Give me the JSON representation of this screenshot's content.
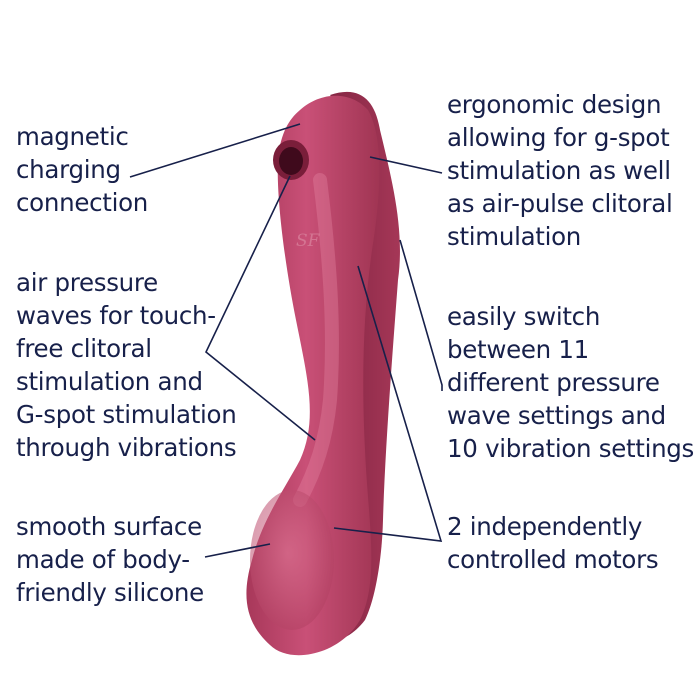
{
  "product": {
    "logo_text": "SF",
    "colors": {
      "body_main": "#b63f61",
      "body_dark": "#8f2a49",
      "body_highlight": "#d86a8a",
      "text": "#17204a",
      "leader_line": "#17204a"
    }
  },
  "callouts": {
    "magnetic_charging": {
      "lines": [
        "magnetic",
        "charging",
        "connection"
      ]
    },
    "air_pressure": {
      "lines": [
        "air pressure",
        "waves for touch-",
        "free clitoral",
        "stimulation and",
        "G-spot stimulation",
        "through vibrations"
      ]
    },
    "smooth_surface": {
      "lines": [
        "smooth surface",
        "made of body-",
        "friendly silicone"
      ]
    },
    "ergonomic_design": {
      "lines": [
        "ergonomic design",
        "allowing for g-spot",
        "stimulation as well",
        "as air-pulse clitoral",
        "stimulation"
      ]
    },
    "easily_switch": {
      "lines": [
        "easily switch",
        "between 11",
        "different pressure",
        "wave settings and",
        "10 vibration settings"
      ]
    },
    "motors": {
      "lines": [
        "2 independently",
        "controlled motors"
      ]
    }
  }
}
